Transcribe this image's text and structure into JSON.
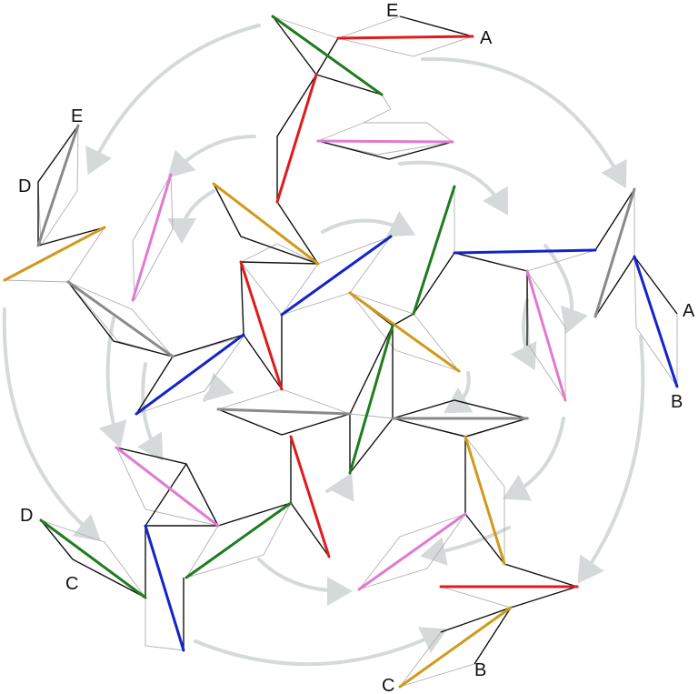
{
  "labels": {
    "top_e": "E",
    "top_a": "A",
    "left_e": "E",
    "left_d": "D",
    "right_a": "A",
    "right_b": "B",
    "bottom_left_d": "D",
    "bottom_left_c": "C",
    "bottom_c": "C",
    "bottom_b": "B"
  },
  "colors": {
    "red": "#e01b1b",
    "green": "#1e7d1e",
    "blue": "#1424c8",
    "orange": "#d09a1a",
    "pink": "#e07ad0",
    "gray": "#8a8a8a",
    "arrow": "#d5d9d9"
  }
}
